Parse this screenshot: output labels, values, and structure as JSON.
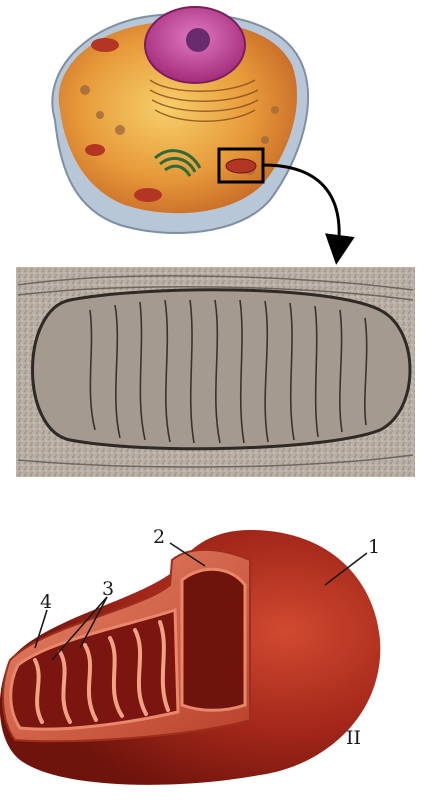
{
  "labels": {
    "outer_membrane": "1",
    "intermembrane_space": "2",
    "cristae": "3",
    "inner_membrane": "4",
    "figure_number": "II"
  },
  "colors": {
    "cell_body": "#e9a94a",
    "cell_membrane": "#b7c7d8",
    "nucleus": "#c0408f",
    "nucleolus": "#6a2a6e",
    "golgi": "#2f6b3a",
    "mitochondrion_outer": "#a8261b",
    "mitochondrion_inner": "#e0715a",
    "matrix": "#7a1510",
    "micrograph_bg": "#b8aea4",
    "arrow": "#000000"
  }
}
